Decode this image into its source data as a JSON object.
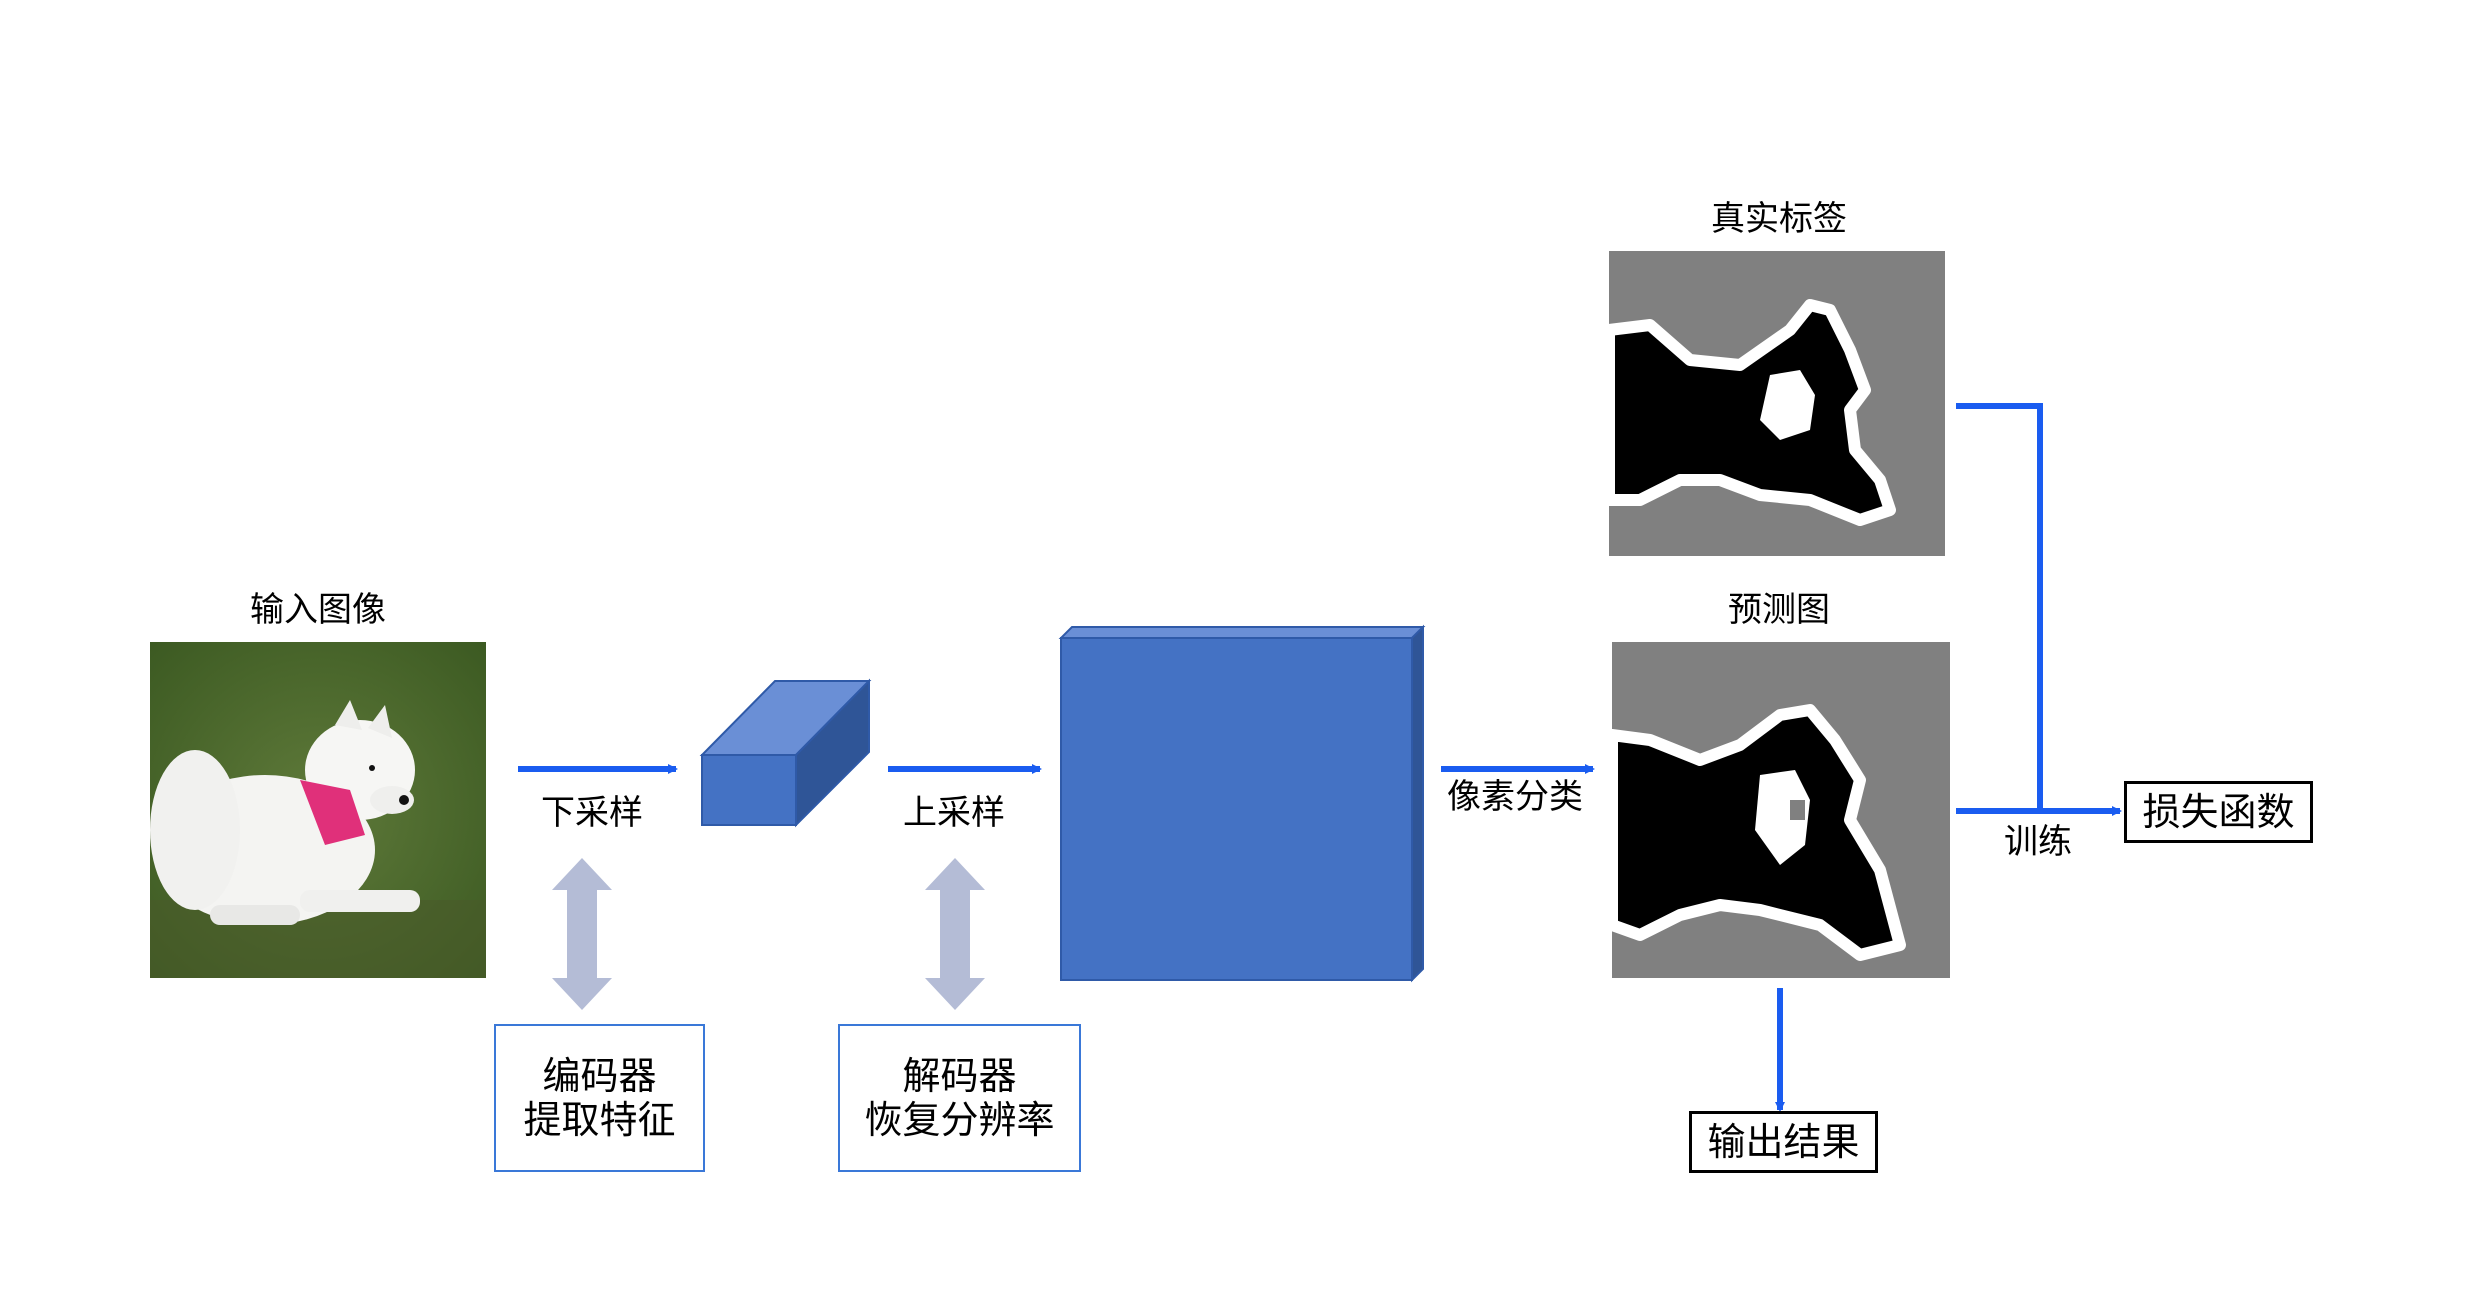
{
  "diagram": {
    "input_title": "输入图像",
    "downsample_label": "下采样",
    "upsample_label": "上采样",
    "pixel_classify_label": "像素分类",
    "encoder": {
      "line1": "编码器",
      "line2": "提取特征"
    },
    "decoder": {
      "line1": "解码器",
      "line2": "恢复分辨率"
    },
    "gt_title": "真实标签",
    "pred_title": "预测图",
    "train_label": "训练",
    "loss_label": "损失函数",
    "output_label": "输出结果"
  },
  "colors": {
    "arrow_blue": "#1a5cf0",
    "block_blue": "#4472c4",
    "double_arrow_gray": "#b4bcd6",
    "mask_gray": "#808080"
  }
}
